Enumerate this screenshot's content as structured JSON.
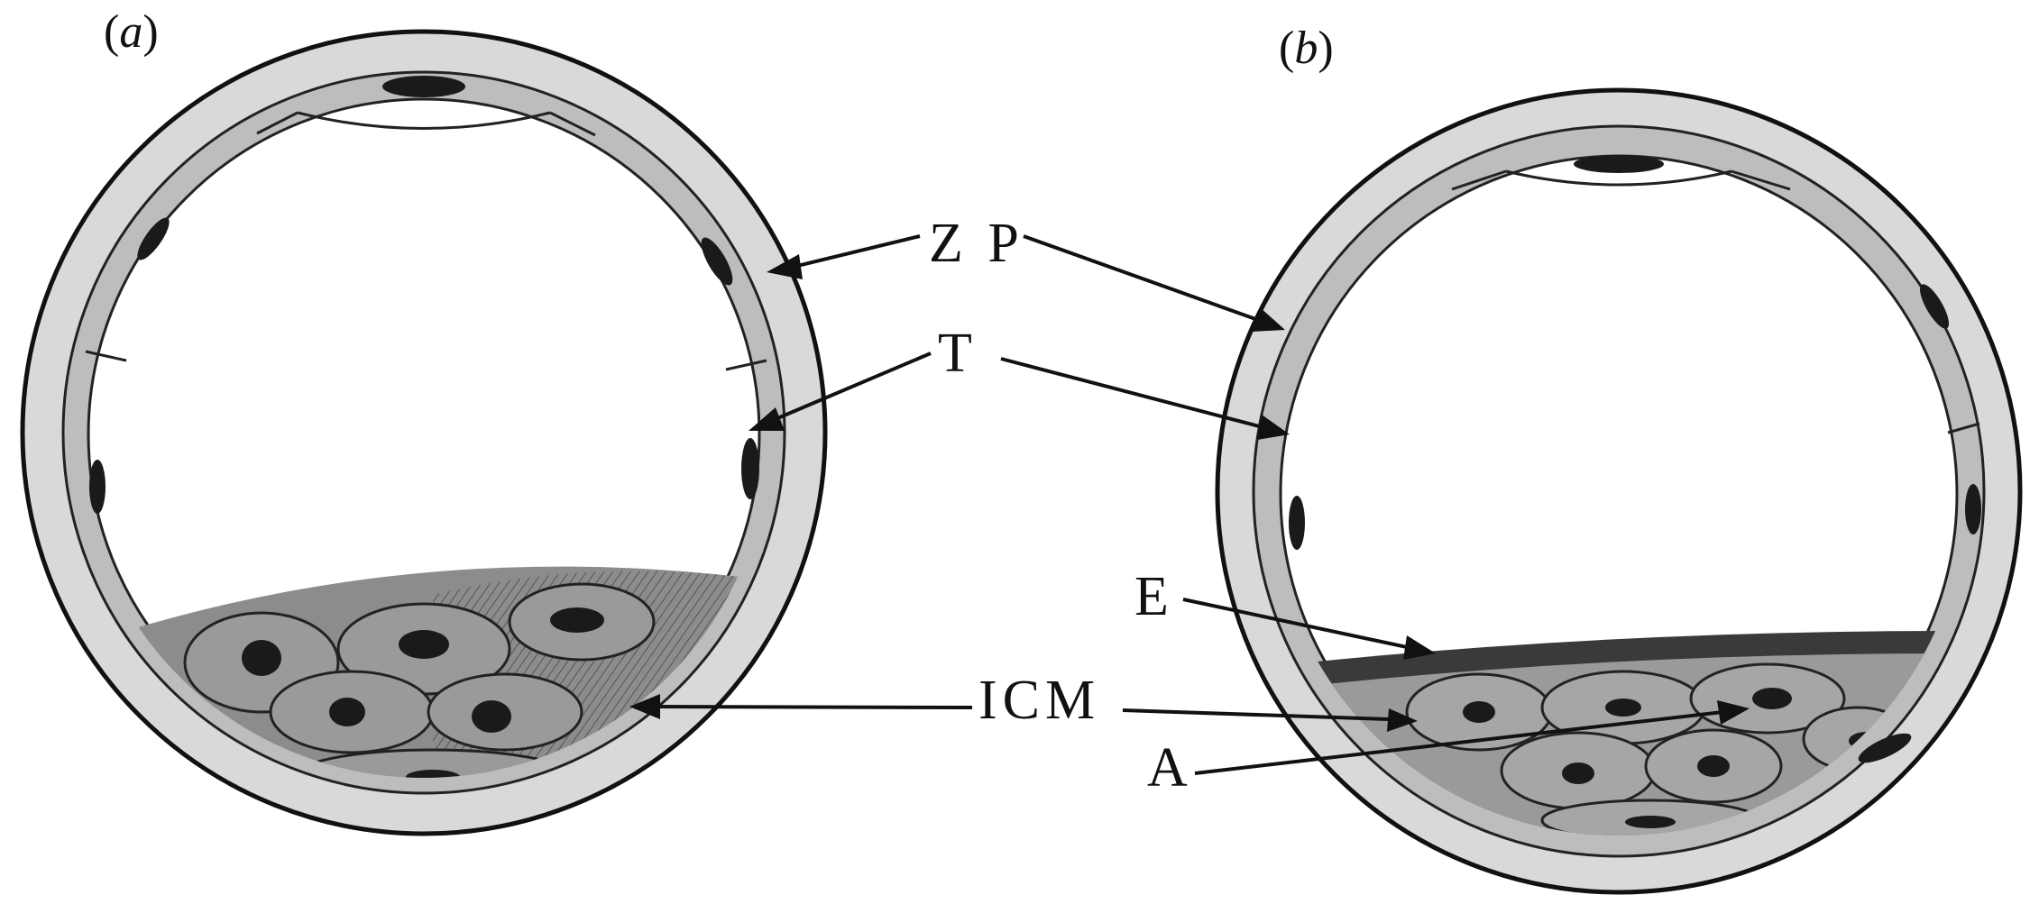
{
  "panels": [
    {
      "letter": "a",
      "open": "(",
      "close": ")"
    },
    {
      "letter": "b",
      "open": "(",
      "close": ")"
    }
  ],
  "labels": {
    "zp": "Z P",
    "t": "T",
    "e": "E",
    "icm": "ICM",
    "a": "A"
  },
  "colors": {
    "zona": "#d9d9d9",
    "trophectoderm": "#bdbdbd",
    "cell_dark": "#7a7a7a",
    "nucleus": "#1a1a1a",
    "ink": "#111111",
    "background": "#ffffff"
  }
}
